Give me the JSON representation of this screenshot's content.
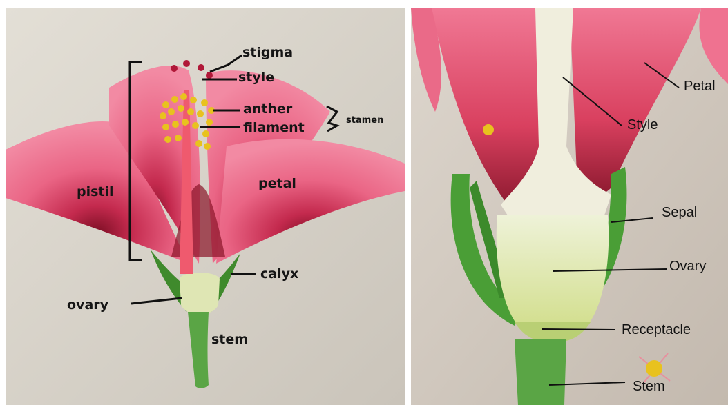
{
  "left_diagram": {
    "labels": {
      "stigma": "stigma",
      "style": "style",
      "anther": "anther",
      "filament": "filament",
      "stamen": "stamen",
      "pistil": "pistil",
      "petal": "petal",
      "calyx": "calyx",
      "ovary": "ovary",
      "stem": "stem"
    }
  },
  "right_diagram": {
    "labels": {
      "petal": "Petal",
      "style": "Style",
      "sepal": "Sepal",
      "ovary": "Ovary",
      "receptacle": "Receptacle",
      "stem": "Stem"
    }
  },
  "colors": {
    "petal_pink": "#e8607e",
    "petal_dark": "#9c1830",
    "anther_yellow": "#e8c21e",
    "sepal_green": "#4a9e36",
    "stem_green": "#5aa545",
    "ovary_cream": "#dbe5a8"
  }
}
